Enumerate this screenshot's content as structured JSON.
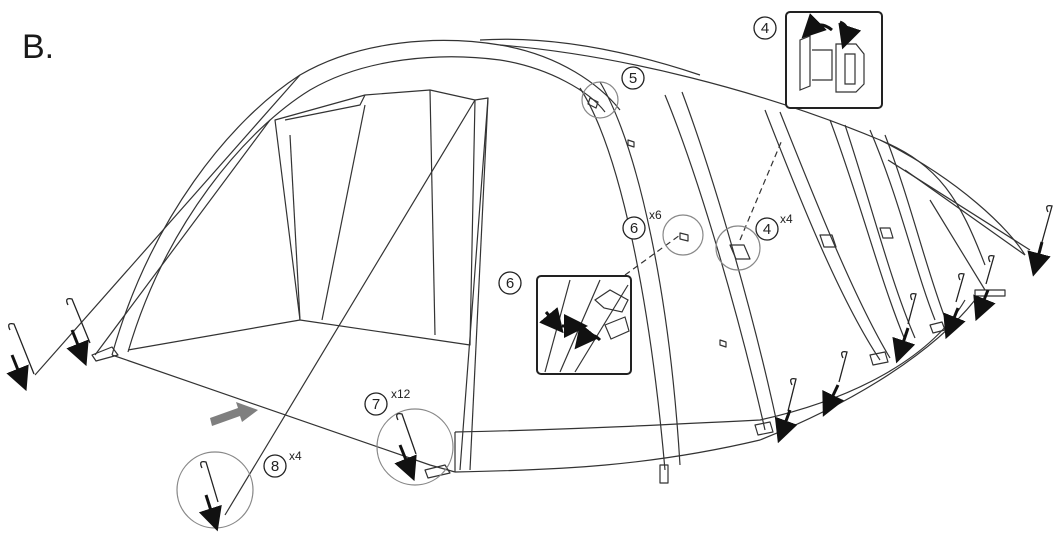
{
  "step": {
    "title": "B."
  },
  "callouts": [
    {
      "num": "4",
      "mult": ""
    },
    {
      "num": "5",
      "mult": ""
    },
    {
      "num": "6",
      "mult": "x6"
    },
    {
      "num": "4",
      "mult": "x4"
    },
    {
      "num": "6",
      "mult": ""
    },
    {
      "num": "7",
      "mult": "x12"
    },
    {
      "num": "8",
      "mult": "x4"
    }
  ],
  "colors": {
    "line": "#333333",
    "arrow": "#111111",
    "guide_arrow": "#7f7f7f",
    "magnifier": "#888888"
  },
  "icons": [
    "peg-icon",
    "hammer-down-arrow-icon",
    "direction-arrow-icon",
    "connector-detail-icon",
    "clip-detail-icon"
  ]
}
